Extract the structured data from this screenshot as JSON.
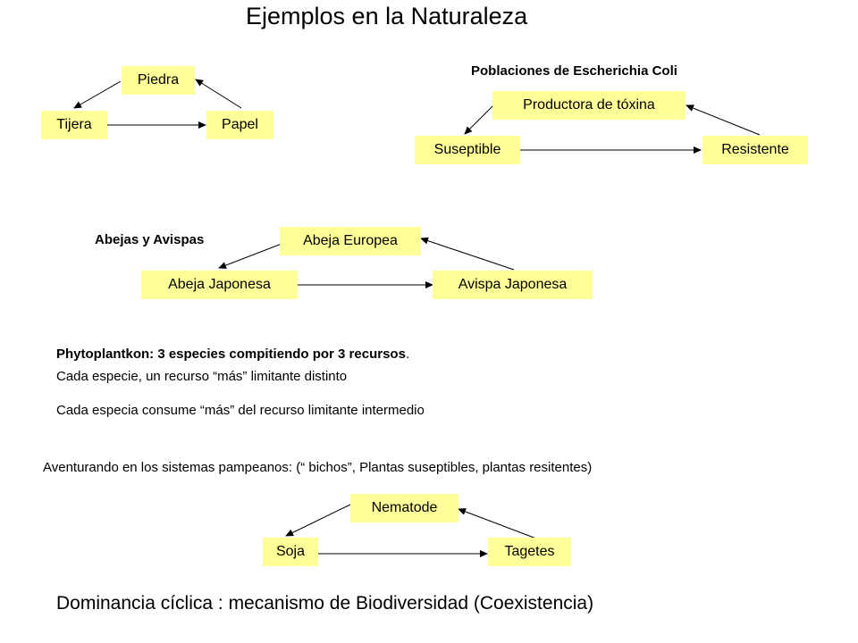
{
  "title": "Ejemplos en la Naturaleza",
  "ecoli": {
    "heading": "Poblaciones de Escherichia Coli",
    "top": "Productora de tóxina",
    "left": "Suseptible",
    "right": "Resistente"
  },
  "rps": {
    "top": "Piedra",
    "left": "Tijera",
    "right": "Papel"
  },
  "bees": {
    "heading": "Abejas y Avispas",
    "top": "Abeja Europea",
    "left": "Abeja Japonesa",
    "right": "Avispa Japonesa"
  },
  "phyto": {
    "line1": "Phytoplantkon: 3 especies compitiendo por 3 recursos",
    "line1_end": ".",
    "line2": "Cada especie, un recurso “más” limitante distinto",
    "line3": "Cada especia consume “más” del recurso limitante intermedio"
  },
  "pampa": {
    "intro": "Aventurando en los sistemas pampeanos: (“ bichos”, Plantas suseptibles, plantas resitentes)",
    "top": "Nematode",
    "left": "Soja",
    "right": "Tagetes"
  },
  "conclusion": "Dominancia cíclica : mecanismo de Biodiversidad (Coexistencia)"
}
